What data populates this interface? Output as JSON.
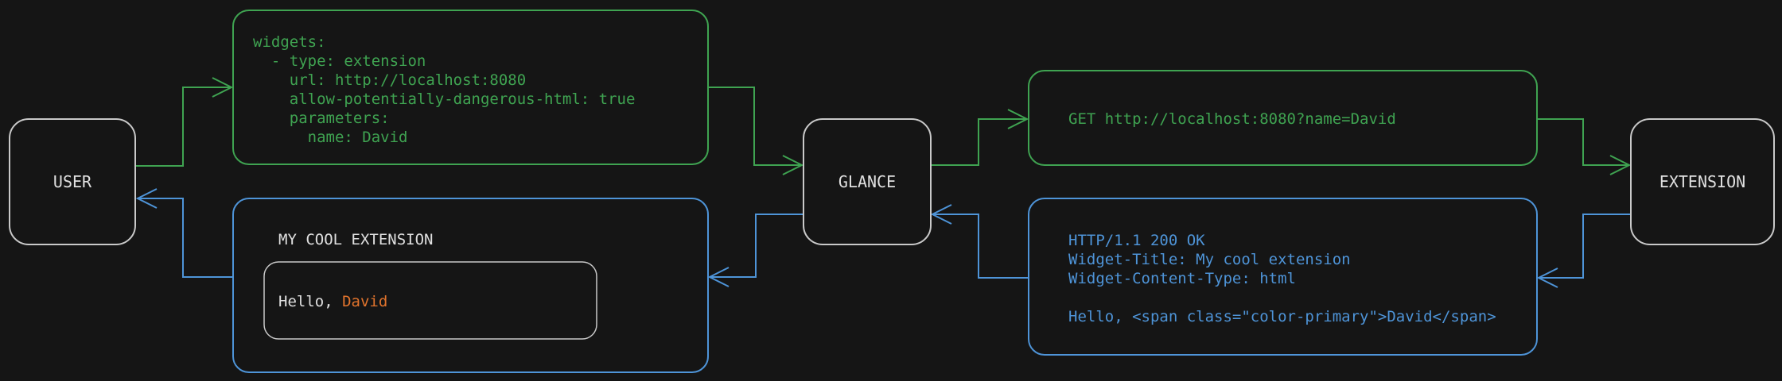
{
  "colors": {
    "background": "#151515",
    "request": "#3fa351",
    "response": "#4e94d8",
    "node_border": "#c9c9c9",
    "node_text": "#e0e0e0",
    "accent": "#e2742d"
  },
  "nodes": {
    "user": {
      "label": "USER"
    },
    "glance": {
      "label": "GLANCE"
    },
    "extension": {
      "label": "EXTENSION"
    }
  },
  "yaml_config": {
    "lines": [
      "widgets:",
      "  - type: extension",
      "    url: http://localhost:8080",
      "    allow-potentially-dangerous-html: true",
      "    parameters:",
      "      name: David"
    ]
  },
  "http_request": {
    "text": "GET http://localhost:8080?name=David"
  },
  "http_response": {
    "lines": [
      "HTTP/1.1 200 OK",
      "Widget-Title: My cool extension",
      "Widget-Content-Type: html",
      "",
      "Hello, <span class=\"color-primary\">David</span>"
    ]
  },
  "widget_preview": {
    "title": "MY COOL EXTENSION",
    "greeting_prefix": "Hello, ",
    "greeting_name": "David"
  }
}
